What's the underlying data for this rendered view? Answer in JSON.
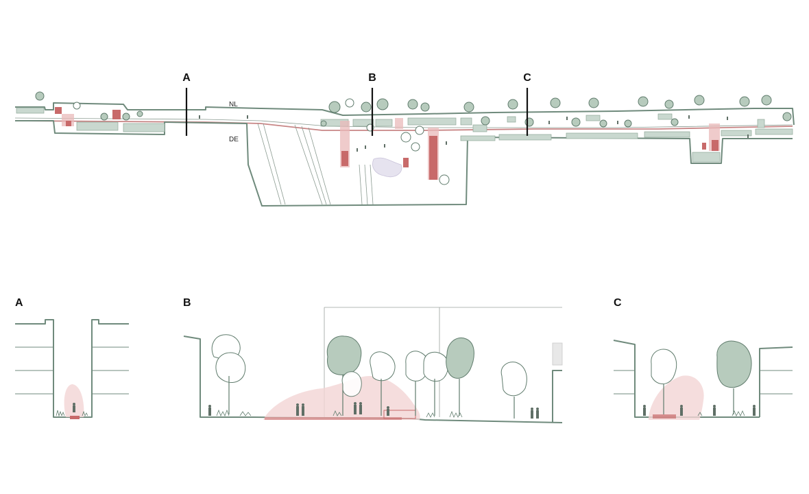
{
  "plan": {
    "section_markers": [
      "A",
      "B",
      "C"
    ],
    "country_north": "NL",
    "country_south": "DE"
  },
  "sections": {
    "a_title": "A",
    "b_title": "B",
    "c_title": "C"
  },
  "colors": {
    "outline": "#6f8a7c",
    "vegetation": "#b7cbbd",
    "red_path": "#c86a6a",
    "pink_zone": "#f2d4d4"
  }
}
